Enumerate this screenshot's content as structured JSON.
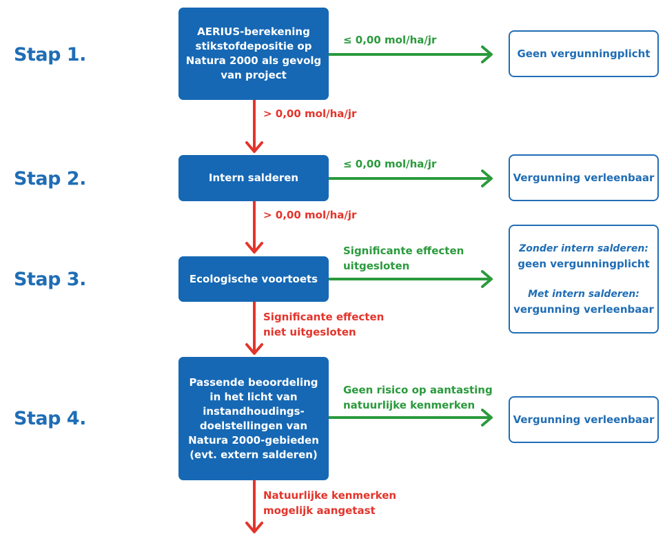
{
  "colors": {
    "blue": "#1668b4",
    "green": "#2a9a3c",
    "red": "#e3342b"
  },
  "stappen": [
    {
      "label": "Stap 1."
    },
    {
      "label": "Stap 2."
    },
    {
      "label": "Stap 3."
    },
    {
      "label": "Stap 4."
    }
  ],
  "boxes": {
    "b1": [
      "AERIUS-berekening",
      "stikstofdepositie op",
      "Natura 2000 als gevolg",
      "van project"
    ],
    "b2": [
      "Intern salderen"
    ],
    "b3": [
      "Ecologische voortoets"
    ],
    "b4": [
      "Passende beoordeling",
      "in het licht van",
      "instandhoudings-",
      "doelstellingen van",
      "Natura 2000-gebieden",
      "(evt. extern salderen)"
    ]
  },
  "green_labels": {
    "g1": [
      "≤ 0,00 mol/ha/jr"
    ],
    "g2": [
      "≤ 0,00 mol/ha/jr"
    ],
    "g3": [
      "Significante effecten",
      "uitgesloten"
    ],
    "g4": [
      "Geen risico op aantasting",
      "natuurlijke kenmerken"
    ]
  },
  "red_labels": {
    "r1": [
      "> 0,00 mol/ha/jr"
    ],
    "r2": [
      "> 0,00 mol/ha/jr"
    ],
    "r3": [
      "Significante effecten",
      "niet uitgesloten"
    ],
    "r4": [
      "Natuurlijke kenmerken",
      "mogelijk aangetast"
    ]
  },
  "outcomes": {
    "o1": "Geen vergunningplicht",
    "o2": "Vergunning verleenbaar",
    "o3": {
      "line1_italic": "Zonder intern salderen:",
      "line1": "geen vergunningplicht",
      "line2_italic": "Met intern salderen:",
      "line2": "vergunning verleenbaar"
    },
    "o4": "Vergunning verleenbaar"
  }
}
